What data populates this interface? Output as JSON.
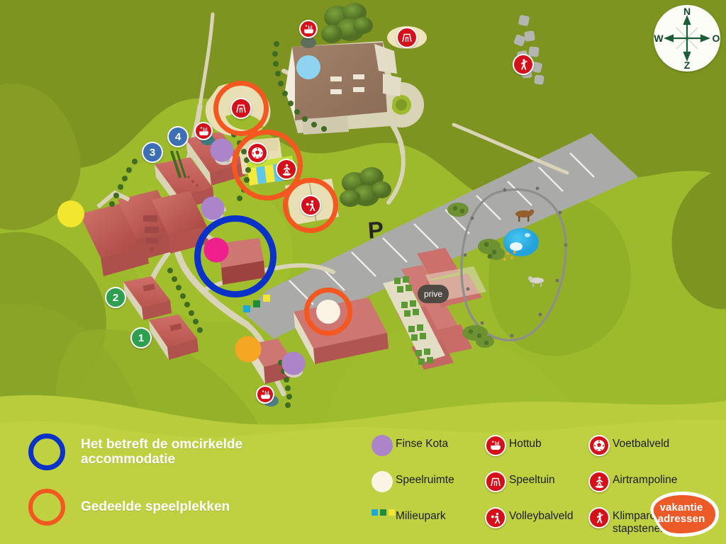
{
  "map": {
    "parking_label": "P",
    "private_area_label": "prive",
    "compass": {
      "north": "N",
      "east": "O",
      "south": "Z",
      "west": "W"
    },
    "accommodation_numbers": [
      {
        "label": "1",
        "color": "green"
      },
      {
        "label": "2",
        "color": "green"
      },
      {
        "label": "3",
        "color": "blue"
      },
      {
        "label": "4",
        "color": "blue"
      }
    ],
    "colors": {
      "forest_green": "#7d9420",
      "meadow_green": "#9cba2c",
      "light_green": "#a8c52f",
      "legend_band": "#b9cd3c",
      "path_beige": "#d9d3b8",
      "asphalt_grey": "#aaaaa8",
      "roof_red": "#c4605b",
      "barn_brown": "#96775f",
      "pond_blue": "#2eb3e8",
      "highlight_blue": "#0b32c8",
      "highlight_orange": "#f4571f",
      "icon_red": "#d4111b",
      "brand_orange": "#ec5b27"
    }
  },
  "legend": {
    "highlights": [
      {
        "ring_color": "blue",
        "text": "Het betreft de omcirkelde\naccommodatie"
      },
      {
        "ring_color": "orange",
        "text": " Gedeelde speelplekken"
      }
    ],
    "columns": [
      {
        "items": [
          {
            "symbol": "dot",
            "color": "#ab84c9",
            "label": "Finse Kota"
          },
          {
            "symbol": "dot",
            "color": "#fbf3e4",
            "label": "Speelruimte"
          },
          {
            "symbol": "squares",
            "colors": [
              "#1ba9d8",
              "#1e8e38",
              "#f2e62e"
            ],
            "label": "Milieupark"
          }
        ]
      },
      {
        "items": [
          {
            "symbol": "icon",
            "icon": "hottub-icon",
            "label": "Hottub"
          },
          {
            "symbol": "icon",
            "icon": "playground-icon",
            "label": "Speeltuin"
          },
          {
            "symbol": "icon",
            "icon": "volleyball-icon",
            "label": "Volleybalveld"
          }
        ]
      },
      {
        "items": [
          {
            "symbol": "icon",
            "icon": "football-icon",
            "label": "Voetbalveld"
          },
          {
            "symbol": "icon",
            "icon": "airtrampoline-icon",
            "label": "Airtrampoline"
          },
          {
            "symbol": "icon",
            "icon": "climbing-icon",
            "label": "Klimparcours /\nstapstenen"
          }
        ]
      }
    ]
  },
  "brand": {
    "line1": "vakantie",
    "line2": "adressen"
  }
}
